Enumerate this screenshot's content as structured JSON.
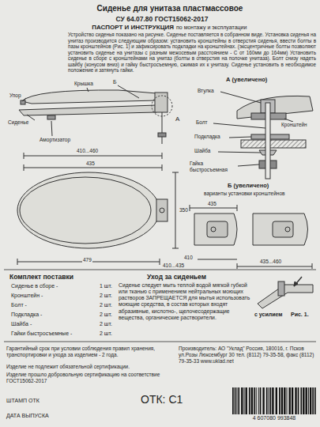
{
  "diagram": {
    "title": "Сиденье для унитаза пластмассовое",
    "labels": [
      "СУ 64.07.80  ГОСТ15062-2017",
      "ПАСПОРТ И ИНСТРУКЦИЯ",
      "по монтажу и эксплуатации",
      "Устройство сиденья показано на рисунке. Сиденье поставляется в собранном виде. Установка сиденья на унитаз производится следующим образом: установить кронштейны в отверстия сиденья, ввести болты в пазы кронштейнов (Рис. 1) и зафиксировать подкладки на кронштейнах. (эксцентричные болты позволяют установить сиденье на унитазы с разным межосевым расстоянием - С от 160мм до 164мм) Установить сиденье в сборе с кронштейнами на унитаз (болты в отверстия на полочке унитаза). Болт снизу надеть шайбу (конусом вниз) и гайку быстросъемную, сжимая их к унитазу. Сиденье установить в необходимое положение и затянуть гайки.",
      "Упор",
      "Крышка",
      "Б",
      "Сиденье",
      "Амортизатор",
      "А",
      "410...460",
      "435",
      "350",
      "479",
      "410...435",
      "А (увеличено)",
      "Втулка",
      "Кронштейн",
      "Болт",
      "Подкладка",
      "Шайба",
      "Гайка быстросъемная",
      "Б (увеличено)",
      "варианты установки кронштейнов",
      "435",
      "410",
      "435...460",
      "с усилием",
      "Рис. 1.",
      "Комплект поставки",
      "Сиденье в сборе -",
      "1 шт.",
      "Кронштейн -",
      "2 шт.",
      "Болт -",
      "2 шт.",
      "Подкладка -",
      "2 шт.",
      "Шайба -",
      "2 шт.",
      "Гайки быстросъемные -",
      "2 шт.",
      "Уход за сиденьем",
      "Сиденье следует мыть теплой водой мягкой губкой или тканью с применением нейтральных моющих растворов ЗАПРЕЩАЕТСЯ для мытья использовать моющие средства, в состав которых входят абразивные, кислотно-, щелочесодержащие вещества, органические растворители.",
      "Гарантийный срок при условии соблюдения правил хранения, транспортировки и ухода за изделием - 2 года.",
      "Производитель: АО \"Уклад\" Россия, 180016, г. Псков ул.Розы Люксембург 30 тел. (8112) 79-35-58, факс (8112) 79-35-33 www.uklad.net",
      "Изделие не подлежит обязательной сертификации.",
      "Изделие прошло добровольную сертификацию на соответствие ГОСТ15062-2017",
      "ШТАМП ОТК",
      "ДАТА ВЫПУСКА",
      "ОТК: С1",
      "4 607080 993848"
    ]
  }
}
